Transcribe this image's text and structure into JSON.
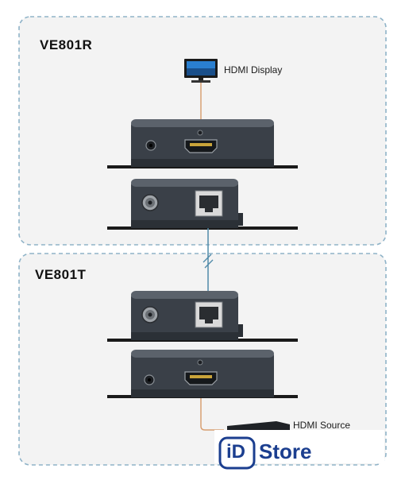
{
  "receiver": {
    "title": "VE801R",
    "display_label": "HDMI Display"
  },
  "transmitter": {
    "title": "VE801T",
    "source_label": "HDMI Source"
  },
  "watermark": {
    "logo_id": "iD",
    "logo_store": "Store"
  },
  "colors": {
    "group_border": "#8fb3c8",
    "group_fill": "#f3f3f3",
    "device_body": "#3a4048",
    "cable_hdmi": "#d8a073",
    "cable_cat": "#4f8aa8",
    "logo": "#1b3e8f"
  },
  "icons": [
    "monitor-icon",
    "hdmi-port-icon",
    "rj45-port-icon",
    "power-jack-icon",
    "audio-jack-icon"
  ]
}
